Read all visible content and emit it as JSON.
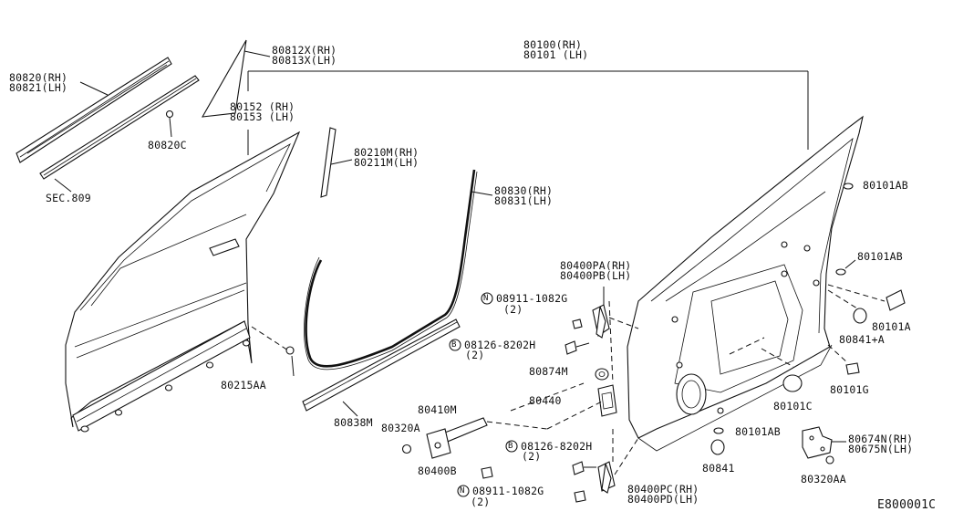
{
  "diagram_code": "E800001C",
  "labels": {
    "l80820": "80820(RH)\n80821(LH)",
    "lsec809": "SEC.809",
    "l80820c": "80820C",
    "l80812x": "80812X(RH)\n80813X(LH)",
    "l80152": "80152 (RH)\n80153 (LH)",
    "l80100": "80100(RH)\n80101 (LH)",
    "l80210m": "80210M(RH)\n80211M(LH)",
    "l80830": "80830(RH)\n80831(LH)",
    "l80400pa": "80400PA(RH)\n80400PB(LH)",
    "l08911a_part": "08911-1082G",
    "l08911a_qty": "(2)",
    "l08126a_part": "08126-8202H",
    "l08126a_qty": "(2)",
    "l80874m": "80874M",
    "l80440": "80440",
    "l80410m": "80410M",
    "l80320a": "80320A",
    "l80400b": "80400B",
    "l08126b_part": "08126-8202H",
    "l08126b_qty": "(2)",
    "l08911b_part": "08911-1082G",
    "l08911b_qty": "(2)",
    "l80400pc": "80400PC(RH)\n80400PD(LH)",
    "l80838m": "80838M",
    "l80215aa": "80215AA",
    "l80101ab_1": "80101AB",
    "l80101ab_2": "80101AB",
    "l80101a": "80101A",
    "l80841a": "80841+A",
    "l80101g": "80101G",
    "l80101c": "80101C",
    "l80101ab_3": "80101AB",
    "l80841": "80841",
    "l80674n": "80674N(RH)\n80675N(LH)",
    "l80320aa": "80320AA"
  },
  "symbols": {
    "n": "N",
    "b": "B"
  }
}
